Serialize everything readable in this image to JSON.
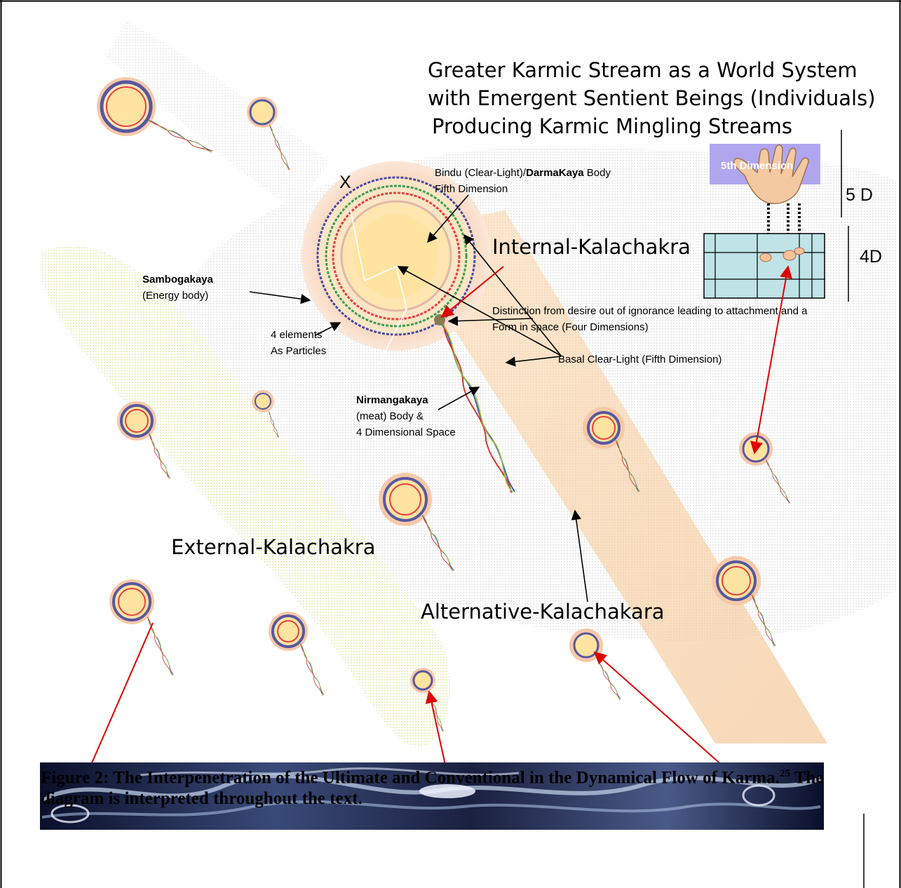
{
  "title": {
    "line1": "Greater Karmic Stream as a World System",
    "line2": "with Emergent Sentient Beings (Individuals)",
    "line3": "Producing Karmic Mingling Streams"
  },
  "labels": {
    "x_mark": "X",
    "bindu_1": "Bindu (Clear-Light)/",
    "bindu_bold": "DarmaKaya",
    "bindu_2": " Body",
    "bindu_line2": "Fifth Dimension",
    "internal": "Internal-Kalachakra",
    "sambogakaya": "Sambogakaya",
    "sambogakaya_sub": "(Energy body)",
    "elements_1": "4 elements",
    "elements_2": "As Particles",
    "distinction_1": "Distinction from desire out of ignorance leading to attachment and a",
    "distinction_2": "Form in space (Four Dimensions)",
    "basal": "Basal Clear-Light (Fifth Dimension)",
    "nirmangakaya": "Nirmangakaya",
    "nirmangakaya_2": "(meat) Body &",
    "nirmangakaya_3": "4 Dimensional Space",
    "external": "External-Kalachakra",
    "alternative": "Alternative-Kalachakara",
    "five_d": "5 D",
    "four_d": "4D",
    "fifth_box": "5th Dimension"
  },
  "caption": {
    "part1": "Figure 2: The Interpenetration of the Ultimate and Conventional in the Dynamical Flow of Karma.",
    "footnote": "25",
    "part2": " The diagram is interpreted throughout the text."
  },
  "colors": {
    "arrow_red": "#e00000",
    "halo": "#f7c9a8",
    "core": "#ffe3a0",
    "ring_blue": "#4a4aa8",
    "ring_red": "#e84040",
    "ring_green": "#3aa050",
    "grid_fill": "#bfe3e6",
    "purple_box": "#b0a6f0"
  }
}
